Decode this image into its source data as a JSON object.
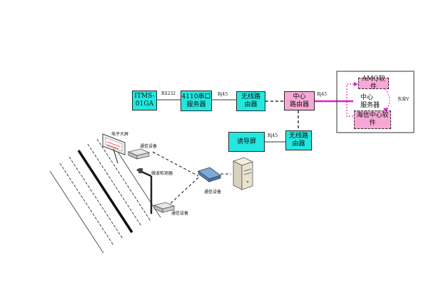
{
  "nodes": {
    "itms": "ITMS-\n01GA",
    "serial_server": "4110串口\n服务器",
    "wireless_router_1": "无线路\n由器",
    "center_router": "中心\n路由器",
    "guide_screen": "诱导屏",
    "wireless_router_2": "无线路\n由器",
    "amq_software": "AMQ软件",
    "hisense_software": "海信中心软\n件"
  },
  "labels": {
    "rs232": "RS232",
    "rj45_1": "Rj45",
    "rj45_2": "Rj45",
    "rj45_3": "Rj45",
    "center_server": "中心\n服务器",
    "dongshui": "东浚V",
    "big_screen": "电子大屏",
    "comm_device_1": "通信设备",
    "microwave_detector": "微波检测器",
    "comm_device_2": "通信设备",
    "comm_device_3": "通信设备"
  },
  "colors": {
    "cyan_box": "#22e8e0",
    "pink_box": "#f7a8d6",
    "magenta_line": "#e020d0"
  }
}
